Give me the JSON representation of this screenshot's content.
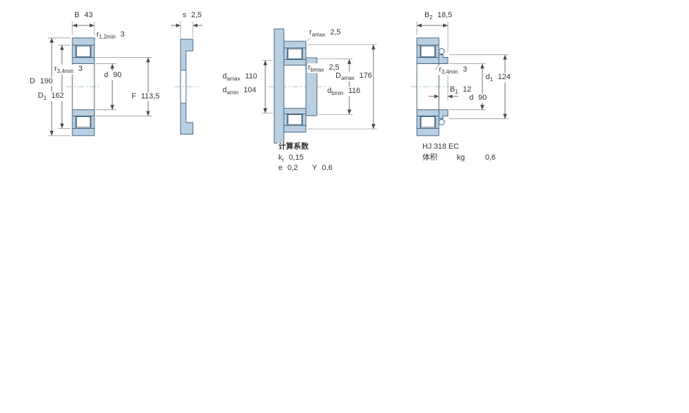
{
  "colors": {
    "ring_fill": "#b9d0e2",
    "ring_stroke": "#46657f",
    "dimension_line": "#4a4a4a",
    "text": "#333333",
    "background": "#ffffff"
  },
  "fig1": {
    "B": {
      "base": "B",
      "value": "43"
    },
    "r12": {
      "base": "r",
      "sub": "1,2min",
      "value": "3"
    },
    "r34": {
      "base": "r",
      "sub": "3,4min",
      "value": "3"
    },
    "D": {
      "base": "D",
      "value": "190"
    },
    "D1": {
      "base": "D",
      "sub": "1",
      "value": "162"
    },
    "d": {
      "base": "d",
      "value": "90"
    },
    "F": {
      "base": "F",
      "value": "113,5"
    }
  },
  "fig2": {
    "s": {
      "base": "s",
      "value": "2,5"
    }
  },
  "fig3": {
    "ramax": {
      "base": "r",
      "sub": "amax",
      "value": "2,5"
    },
    "rbmax": {
      "base": "r",
      "sub": "bmax",
      "value": "2,5"
    },
    "damax": {
      "base": "d",
      "sub": "amax",
      "value": "110"
    },
    "damin": {
      "base": "d",
      "sub": "amin",
      "value": "104"
    },
    "Damax": {
      "base": "D",
      "sub": "amax",
      "value": "176"
    },
    "dbmin": {
      "base": "d",
      "sub": "bmin",
      "value": "116"
    },
    "calc_title": "计算系数",
    "kr": {
      "base": "k",
      "sub": "r",
      "value": "0,15"
    },
    "e": {
      "base": "e",
      "value": "0,2"
    },
    "Y": {
      "base": "Y",
      "value": "0,6"
    }
  },
  "fig4": {
    "B2": {
      "base": "B",
      "sub": "2",
      "value": "18,5"
    },
    "r34": {
      "base": "r",
      "sub": "3,4min",
      "value": "3"
    },
    "B1": {
      "base": "B",
      "sub": "1",
      "value": "12"
    },
    "d1": {
      "base": "d",
      "sub": "1",
      "value": "124"
    },
    "d": {
      "base": "d",
      "value": "90"
    },
    "designation": "HJ 318 EC",
    "mass_label": "体积",
    "mass_unit": "kg",
    "mass_value": "0,6"
  }
}
